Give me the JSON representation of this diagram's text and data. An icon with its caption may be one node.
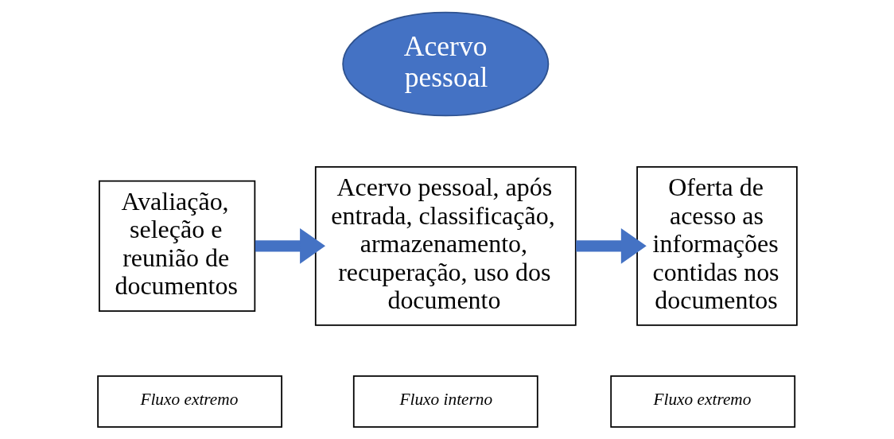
{
  "diagram": {
    "nodes": [
      {
        "text": [
          "Acervo pessoal"
        ]
      },
      {
        "text": [
          "Avaliação, seleção e reunião de documentos"
        ]
      },
      {
        "text": [
          "Acervo pessoal, após entrada, classificação, armazenamento, recuperação, uso dos documento"
        ]
      },
      {
        "text": [
          "Oferta de acesso as informações contidas nos documentos"
        ]
      },
      {
        "text": [
          "Fluxo extremo"
        ]
      },
      {
        "text": [
          "Fluxo interno"
        ]
      },
      {
        "text": [
          "Fluxo extremo"
        ]
      }
    ],
    "edges": [
      {
        "from": 1,
        "to": 2,
        "arrow": "to"
      },
      {
        "from": 2,
        "to": 3,
        "arrow": "to"
      }
    ]
  }
}
